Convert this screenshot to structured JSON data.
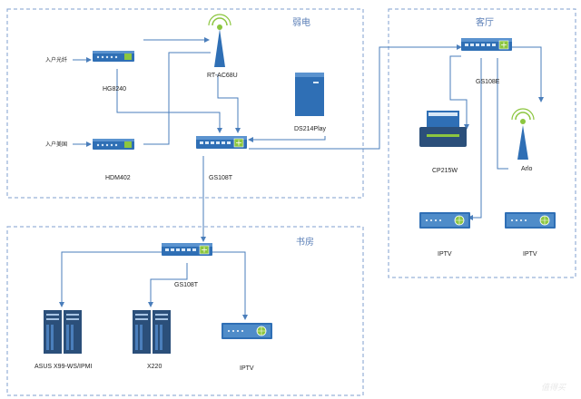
{
  "zones": {
    "weak_current": "弱电",
    "living_room": "客厅",
    "study": "书房"
  },
  "devices": {
    "hg8240": "HG8240",
    "hdm402": "HDM402",
    "router": "RT-AC68U",
    "nas": "DS214Play",
    "switch_main": "GS108T",
    "switch_living": "GS108E",
    "printer": "CP215W",
    "ap": "Arlo",
    "iptv_living_1": "IPTV",
    "iptv_living_2": "IPTV",
    "switch_study": "GS108T",
    "server_1": "ASUS X99-WS/IPMI",
    "server_2": "X220",
    "iptv_study": "IPTV"
  },
  "inputs": {
    "fiber": "入户光纤",
    "coax": "入户美国"
  },
  "watermark": "值得买",
  "colors": {
    "zone_border": "#7f9fcf",
    "line": "#4a7ebb",
    "device_body": "#2f6fb5",
    "device_top": "#cfe0f3",
    "accent_green": "#8cc63f",
    "dark_device": "#2b4f7a"
  }
}
